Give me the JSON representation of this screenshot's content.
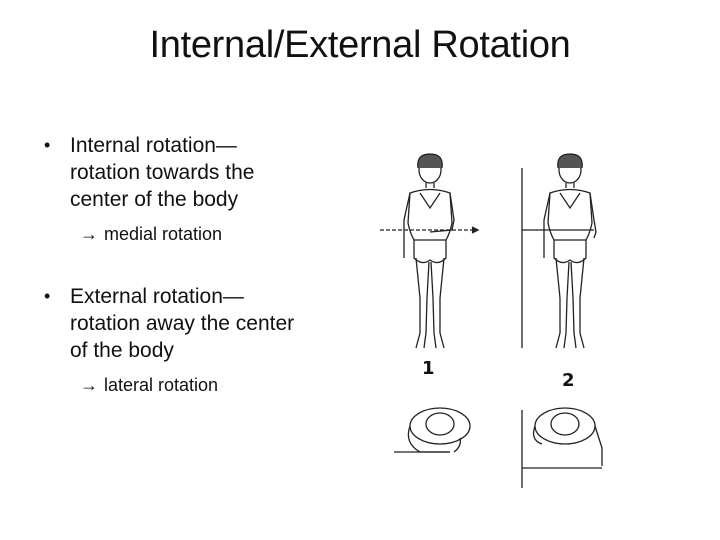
{
  "slide": {
    "title": "Internal/External Rotation",
    "bullets": [
      {
        "text_lines": [
          "Internal rotation—",
          "rotation towards the",
          "center of the body"
        ],
        "sub": "medial rotation",
        "arrow": "→"
      },
      {
        "text_lines": [
          "External rotation—",
          "rotation away the center",
          "of the body"
        ],
        "sub": "lateral rotation",
        "arrow": "→"
      }
    ],
    "bullet_glyph": "•",
    "figure": {
      "labels": [
        "1",
        "2"
      ],
      "icons": [
        "internal-rotation-figure-front",
        "external-rotation-figure-front",
        "internal-rotation-figure-top",
        "external-rotation-figure-top"
      ]
    }
  }
}
